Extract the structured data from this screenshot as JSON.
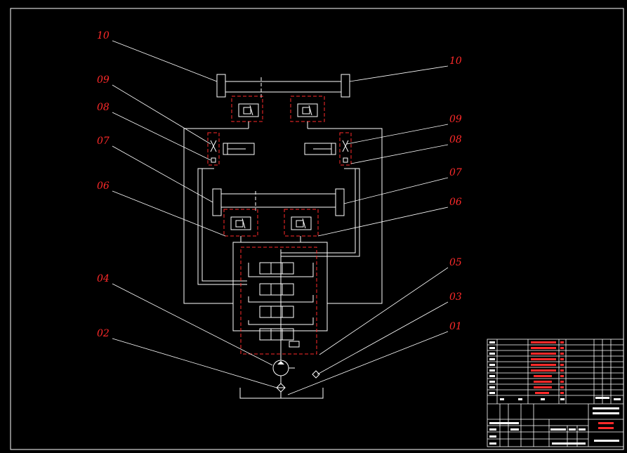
{
  "labels": {
    "left": [
      "10",
      "09",
      "08",
      "07",
      "06",
      "04",
      "02"
    ],
    "right": [
      "10",
      "09",
      "08",
      "07",
      "06",
      "05",
      "03",
      "01"
    ]
  },
  "colors": {
    "background": "#000000",
    "lines": "#ffffff",
    "callouts": "#ff2a2a"
  }
}
